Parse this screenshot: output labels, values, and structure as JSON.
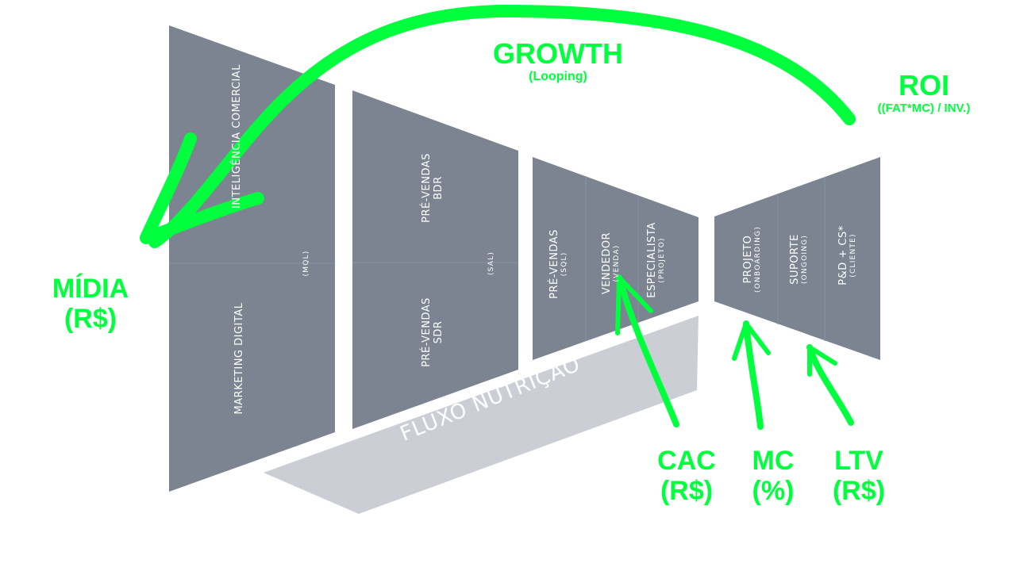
{
  "colors": {
    "panel": "#7b8490",
    "nutrition_band": "#cbced5",
    "annotation": "#00ff3c",
    "panel_text": "#ffffff"
  },
  "funnel": {
    "stages": [
      {
        "id": "mql",
        "tag": "(MQL)",
        "segments": [
          {
            "label": "INTELIGÊNCIA COMERCIAL",
            "sub": ""
          },
          {
            "label": "MARKETING DIGITAL",
            "sub": ""
          }
        ]
      },
      {
        "id": "sal",
        "tag": "(SAL)",
        "segments": [
          {
            "label": "PRÉ-VENDAS",
            "sub": "BDR"
          },
          {
            "label": "PRÉ-VENDAS",
            "sub": "SDR"
          }
        ]
      },
      {
        "id": "sales",
        "segments": [
          {
            "label": "PRÉ-VENDAS",
            "sub": "(SQL)"
          },
          {
            "label": "VENDEDOR",
            "sub": "(VENDA)"
          },
          {
            "label": "ESPECIALISTA",
            "sub": "(PROJETO)"
          }
        ]
      },
      {
        "id": "post_sale",
        "segments": [
          {
            "label": "PROJETO",
            "sub": "(ONBOARDING)"
          },
          {
            "label": "SUPORTE",
            "sub": "(ONGOING)"
          },
          {
            "label": "P&D + CS*",
            "sub": "(CLIENTE)"
          }
        ]
      }
    ],
    "nutrition_flow": "FLUXO NUTRIÇÃO"
  },
  "annotations": {
    "growth": {
      "title": "GROWTH",
      "subtitle": "(Looping)"
    },
    "roi": {
      "title": "ROI",
      "subtitle": "((FAT*MC) / INV.)"
    },
    "midia": {
      "title": "MÍDIA",
      "subtitle": "(R$)"
    },
    "cac": {
      "title": "CAC",
      "subtitle": "(R$)"
    },
    "mc": {
      "title": "MC",
      "subtitle": "(%)"
    },
    "ltv": {
      "title": "LTV",
      "subtitle": "(R$)"
    }
  }
}
